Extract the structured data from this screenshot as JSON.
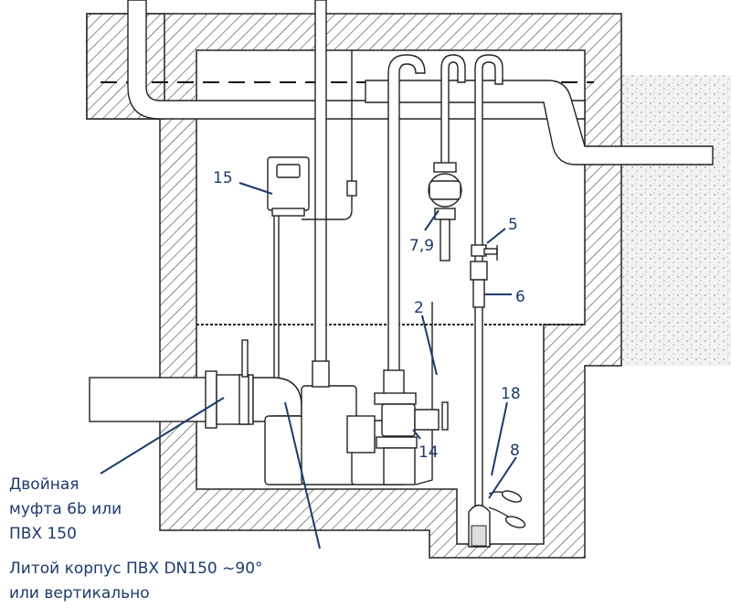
{
  "callouts": {
    "n15": "15",
    "n79": "7,9",
    "n5": "5",
    "n6": "6",
    "n2": "2",
    "n14": "14",
    "n18": "18",
    "n8": "8"
  },
  "captions": {
    "coupling_line1": "Двойная",
    "coupling_line2": "муфта 6b или",
    "coupling_line3": "ПВХ 150",
    "housing_line1": "Литой корпус ПВХ DN150 ~90°",
    "housing_line2": "или вертикально"
  },
  "colors": {
    "label_text": "#1d3a6b",
    "outline": "#222222",
    "soil": "#ececec"
  }
}
